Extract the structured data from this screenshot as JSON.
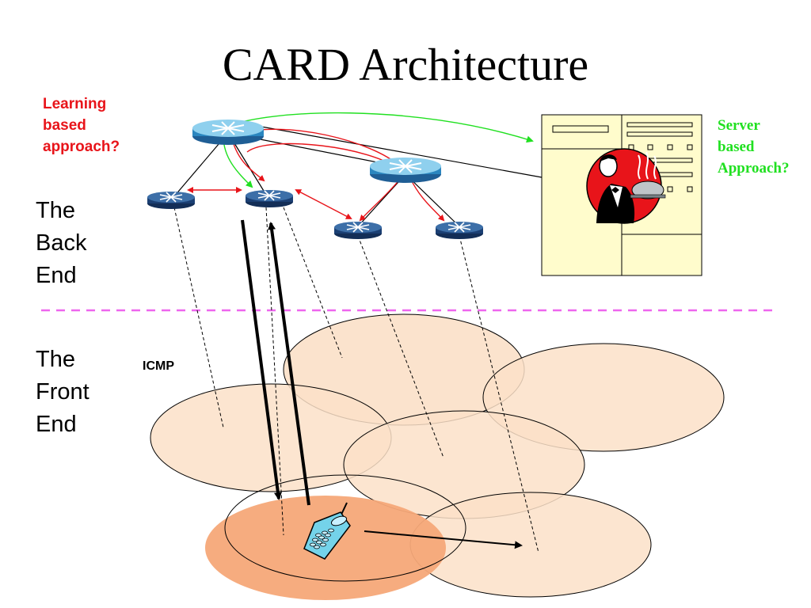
{
  "title": "CARD Architecture",
  "learning_label": [
    "Learning",
    "based",
    "approach?"
  ],
  "server_label": [
    "Server",
    "based",
    "Approach?"
  ],
  "back_end_label": [
    "The",
    "Back",
    "End"
  ],
  "front_end_label": [
    "The",
    "Front",
    "End"
  ],
  "icmp_label": "ICMP",
  "colors": {
    "learning": "#e8141a",
    "server": "#20e020",
    "divider": "#ee66ee",
    "cell_fill": "#fbe0c8",
    "active_cell_fill": "#f6a878",
    "router": "#1b3f73",
    "router_top": "#3aa6d8",
    "server_panel": "#fffccc"
  },
  "icons": [
    "router-icon",
    "server-icon",
    "waiter-icon",
    "mobile-phone-icon"
  ]
}
